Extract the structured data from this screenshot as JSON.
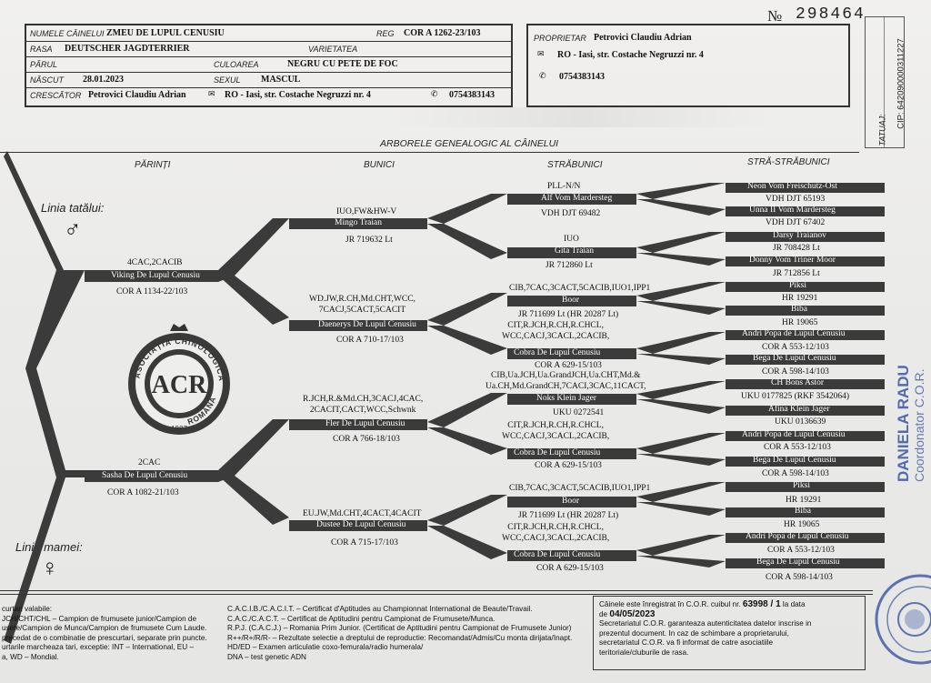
{
  "header": {
    "cert_no_prefix": "№",
    "cert_no": "298464",
    "labels": {
      "name": "NUMELE CÂINELUI",
      "reg": "REG",
      "breed": "RASA",
      "variety": "VARIETATEA",
      "hair": "PĂRUL",
      "color": "CULOAREA",
      "born": "NĂSCUT",
      "sex": "SEXUL",
      "breeder": "CRESCĂTOR",
      "owner": "PROPRIETAR"
    },
    "values": {
      "name": "ZMEU DE LUPUL CENUSIU",
      "reg": "COR A 1262-23/103",
      "breed": "DEUTSCHER JAGDTERRIER",
      "variety": "",
      "hair": "",
      "color": "NEGRU CU PETE DE FOC",
      "born": "28.01.2023",
      "sex": "MASCUL",
      "breeder": "Petrovici Claudiu Adrian",
      "breeder_address": "RO - Iasi, str. Costache Negruzzi nr. 4",
      "breeder_phone": "0754383143",
      "owner": "Petrovici Claudiu Adrian",
      "owner_address": "RO - Iasi, str. Costache Negruzzi nr. 4",
      "owner_phone": "0754383143"
    },
    "tatuaj_label": "TATUAJ:",
    "cip": "CIP: 642090000311227"
  },
  "tree": {
    "title": "ARBORELE GENEALOGIC AL CÂINELUI",
    "col_parents": "PĂRINȚI",
    "col_grand": "BUNICI",
    "col_great": "STRĂBUNICI",
    "col_ggreat": "STRĂ-STRĂBUNICI",
    "father_line": "Linia tatălui:",
    "mother_line": "Linia mamei:",
    "male_symbol": "♂",
    "female_symbol": "♀",
    "father": {
      "titles": "4CAC,2CACIB",
      "name": "Viking De Lupul Cenusiu",
      "reg": "COR A 1134-22/103"
    },
    "mother": {
      "titles": "2CAC",
      "name": "Sasha De Lupul Cenusiu",
      "reg": "COR A 1082-21/103"
    },
    "grand": [
      {
        "titles": "IUO,FW&HW-V",
        "name": "Mingo Traian",
        "reg": "JR 719632 Lt"
      },
      {
        "titles": "WD.JW,R.CH,Md.CHT,WCC,\n7CACJ,5CACT,5CACIT",
        "name": "Daenerys De Lupul Cenusiu",
        "reg": "COR A 710-17/103"
      },
      {
        "titles": "R.JCH,R.&Md.CH,3CACJ,4CAC,\n2CACIT,CACT,WCC,Schwnk",
        "name": "Fler De Lupul Cenusiu",
        "reg": "COR A 766-18/103"
      },
      {
        "titles": "EU.JW,Md.CHT,4CACT,4CACIT",
        "name": "Dustee De Lupul Cenusiu",
        "reg": "COR A 715-17/103"
      }
    ],
    "great": [
      {
        "titles": "PLL-N/N",
        "name": "Alf Vom Mardersteg",
        "reg": "VDH DJT 69482"
      },
      {
        "titles": "IUO",
        "name": "Gita Traian",
        "reg": "JR 712860 Lt"
      },
      {
        "titles": "CIB,7CAC,3CACT,5CACIB,IUO1,IPP1",
        "name": "Boor",
        "reg": "JR 711699 Lt (HR 20287 Lt)"
      },
      {
        "titles": "CIT,R.JCH,R.CH,R.CHCL,\nWCC,CACJ,3CACL,2CACIB,",
        "name": "Cobra De Lupul Cenusiu",
        "reg": "COR A 629-15/103"
      },
      {
        "titles": "CIB,Ua.JCH,Ua.GrandJCH,Ua.CHT,Md.&\nUa.CH,Md.GrandCH,7CACI,3CAC,11CACT,",
        "name": "Noks Klein Jager",
        "reg": "UKU 0272541"
      },
      {
        "titles": "CIT,R.JCH,R.CH,R.CHCL,\nWCC,CACJ,3CACL,2CACIB,",
        "name": "Cobra De Lupul Cenusiu",
        "reg": "COR A 629-15/103"
      },
      {
        "titles": "CIB,7CAC,3CACT,5CACIB,IUO1,IPP1",
        "name": "Boor",
        "reg": "JR 711699 Lt (HR 20287 Lt)"
      },
      {
        "titles": "CIT,R.JCH,R.CH,R.CHCL,\nWCC,CACJ,3CACL,2CACIB,",
        "name": "Cobra De Lupul Cenusiu",
        "reg": "COR A 629-15/103"
      }
    ],
    "ggreat": [
      {
        "name": "Neon Vom Freischutz-Ost",
        "reg": "VDH DJT 65193"
      },
      {
        "name": "Unna II Vom Mardersteg",
        "reg": "VDH DJT 67402"
      },
      {
        "name": "Darsy Traianov",
        "reg": "JR 708428 Lt"
      },
      {
        "name": "Donny Vom Triner Moor",
        "reg": "JR 712856 Lt"
      },
      {
        "name": "Piksi",
        "reg": "HR 19291"
      },
      {
        "name": "Biba",
        "reg": "HR 19065"
      },
      {
        "name": "Andri Popa de Lupul Cenusiu",
        "reg": "COR A 553-12/103"
      },
      {
        "name": "Bega De Lupul Cenusiu",
        "reg": "COR A 598-14/103"
      },
      {
        "name": "CH Bons Astor",
        "reg": "UKU 0177825 (RKF 3542064)"
      },
      {
        "name": "Afina Klein Jager",
        "reg": "UKU 0136639"
      },
      {
        "name": "Andri Popa de Lupul Cenusiu",
        "reg": "COR A 553-12/103"
      },
      {
        "name": "Bega De Lupul Cenusiu",
        "reg": "COR A 598-14/103"
      },
      {
        "name": "Piksi",
        "reg": "HR 19291"
      },
      {
        "name": "Biba",
        "reg": "HR 19065"
      },
      {
        "name": "Andri Popa de Lupul Cenusiu",
        "reg": "COR A 553-12/103"
      },
      {
        "name": "Bega De Lupul Cenusiu",
        "reg": "COR A 598-14/103"
      }
    ]
  },
  "logo": {
    "ring_top": "ASOCIAȚIA CHINOLOGICĂ",
    "ring_right": "ROMÂNĂ",
    "center": "ACR",
    "year": "1927"
  },
  "footer": {
    "col1": [
      "curtari valabile:",
      "JCH/CHT/CHL – Campion de frumusete junior/Campion de",
      "usete/Campion de Munca/Campion de frumusete Cum Laude.",
      "precedat de o combinatie de prescurtari, separate prin puncte.",
      "urtarile marcheaza tari, exceptie: INT – International, EU –",
      "a, WD – Mondial."
    ],
    "col2": [
      "C.A.C.I.B./C.A.C.I.T. – Certificat d'Aptitudes au Championnat International de Beaute/Travail.",
      "C.A.C./C.A.C.T. – Certificat de Aptitudini pentru Campionat de Frumusete/Munca.",
      "R.P.J. (C.A.C.J.) – Romania Prim Junior. (Certificat de Aptitudini pentru Campionat de Frumusete Junior)",
      "R++/R+/R/R- – Rezultate selectie a dreptului de reproductie: Recomandat/Admis/Cu monta dirijata/Inapt.",
      "HD/ED – Examen articulatie coxo-femurala/radio humerala/",
      "DNA – test genetic ADN"
    ],
    "reg_line1": "Câinele este înregistrat în C.O.R. cuibul nr.",
    "reg_no": "63998 / 1",
    "reg_line1b": "la data",
    "reg_line2a": "de",
    "reg_date": "04/05/2023",
    "reg_text": [
      "Secretariatul C.O.R. garanteaza autenticitatea datelor inscrise in",
      "prezentul document. In caz de schimbare a proprietarului,",
      "secretariatul C.O.R. va fi informat de catre asociatiile",
      "teritoriale/cluburile de rasa."
    ],
    "signature_name": "DANIELA RADU",
    "signature_role": "Coordonator C.O.R."
  },
  "colors": {
    "bar": "#3b3b3b",
    "paper": "#eeeeec",
    "stamp_blue": "#3a55a3"
  }
}
